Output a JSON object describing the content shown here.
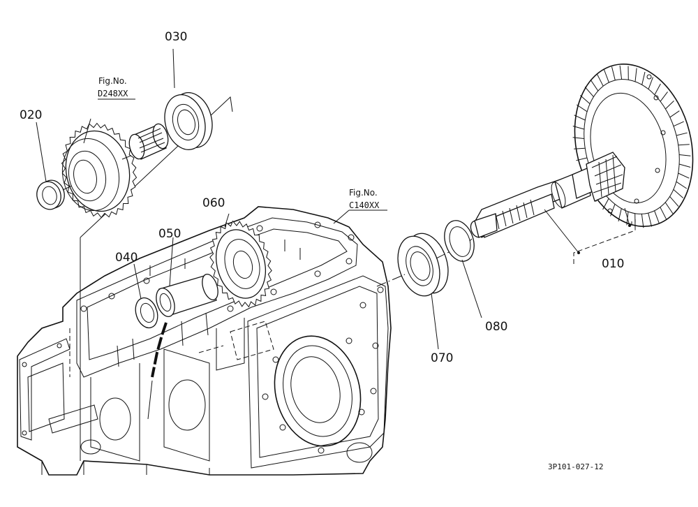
{
  "parts": [
    {
      "id": "010",
      "name": "part-010-label"
    },
    {
      "id": "020",
      "name": "part-020-label"
    },
    {
      "id": "030",
      "name": "part-030-label"
    },
    {
      "id": "040",
      "name": "part-040-label"
    },
    {
      "id": "050",
      "name": "part-050-label"
    },
    {
      "id": "060",
      "name": "part-060-label"
    },
    {
      "id": "070",
      "name": "part-070-label"
    },
    {
      "id": "080",
      "name": "part-080-label"
    }
  ],
  "figure_refs": [
    {
      "label": "Fig.No.",
      "number": "D248XX"
    },
    {
      "label": "Fig.No.",
      "number": "C140XX"
    }
  ],
  "document_id": "3P101-027-12"
}
